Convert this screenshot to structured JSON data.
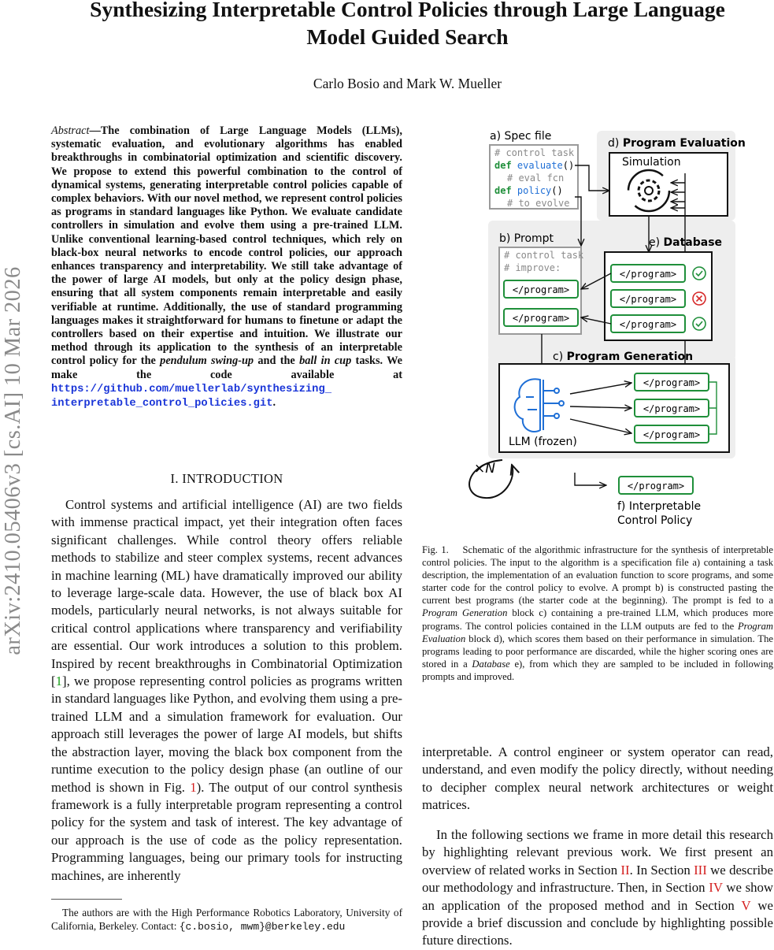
{
  "paper": {
    "title_line1": "Synthesizing Interpretable Control Policies through Large Language",
    "title_line2": "Model Guided Search",
    "authors": "Carlo Bosio and Mark W. Mueller",
    "arxiv_stamp": "arXiv:2410.05406v3  [cs.AI]  10 Mar 2026"
  },
  "abstract": {
    "label": "Abstract",
    "dash": "—",
    "t1": "The combination of Large Language Models (LLMs), systematic evaluation, and evolutionary algorithms has enabled breakthroughs in combinatorial optimization and scientific discovery. We propose to extend this powerful combination to the control of dynamical systems, generating interpretable control policies capable of complex behaviors. With our novel method, we represent control policies as programs in standard languages like Python. We evaluate candidate controllers in simulation and evolve them using a pre-trained LLM. Unlike conventional learning-based control techniques, which rely on black-box neural networks to encode control policies, our approach enhances transparency and interpretability. We still take advantage of the power of large AI models, but only at the policy design phase, ensuring that all system components remain interpretable and easily verifiable at runtime. Additionally, the use of standard programming languages makes it straightforward for humans to finetune or adapt the controllers based on their expertise and intuition. We illustrate our method through its application to the synthesis of an interpretable control policy for the ",
    "task1": "pendulum swing-up",
    "t2": " and the ",
    "task2": "ball in cup",
    "t3": " tasks. We make the code available at ",
    "link1": "https://github.com/muellerlab/synthesizing_",
    "link2": "interpretable_control_policies.git",
    "t4": "."
  },
  "section1": {
    "heading": "I.  INTRODUCTION",
    "p1a": "Control systems and artificial intelligence (AI) are two fields with immense practical impact, yet their integration often faces significant challenges. While control theory offers reliable methods to stabilize and steer complex systems, recent advances in machine learning (ML) have dramatically improved our ability to leverage large-scale data. However, the use of black box AI models, particularly neural networks, is not always suitable for critical control applications where transparency and verifiability are essential. Our work introduces a solution to this problem. Inspired by recent breakthroughs in Combinatorial Optimization [",
    "ref1": "1",
    "p1b": "], we propose representing control policies as programs written in standard languages like Python, and evolving them using a pre-trained LLM and a simulation framework for evaluation. Our approach still leverages the power of large AI models, but shifts the abstraction layer, moving the black box component from the runtime execution to the policy design phase (an outline of our method is shown in Fig. ",
    "ref_fig1": "1",
    "p1c": "). The output of our control synthesis framework is a fully interpretable program representing a control policy for the system and task of interest. The key advantage of our approach is the use of code as the policy representation. Programming languages, being our primary tools for instructing machines, are inherently",
    "p1d": "interpretable. A control engineer or system operator can read, understand, and even modify the policy directly, without needing to decipher complex neural network architectures or weight matrices.",
    "p2a": "In the following sections we frame in more detail this research by highlighting relevant previous work. We first present an overview of related works in Section ",
    "refII": "II",
    "p2b": ". In Section ",
    "refIII": "III",
    "p2c": " we describe our methodology and infrastructure. Then, in Section ",
    "refIV": "IV",
    "p2d": " we show an application of the proposed method and in Section ",
    "refV": "V",
    "p2e": " we provide a brief discussion and conclude by highlighting possible future directions."
  },
  "footnote": {
    "text": "The authors are with the High Performance Robotics Laboratory, University of California, Berkeley. Contact: ",
    "email": "{c.bosio, mwm}@berkeley.edu"
  },
  "figure": {
    "label_a": "a) Spec file",
    "code": [
      "# control task",
      "def evaluate()",
      "# eval fcn",
      "def policy()",
      "# to evolve"
    ],
    "code_def": "def",
    "code_evaluate": "evaluate",
    "code_policy": "policy",
    "code_paren": "()",
    "label_b": "b) Prompt",
    "prompt_text": [
      "# control task",
      "# improve:"
    ],
    "program_tag": "</program>",
    "label_d_pre": "d) ",
    "label_d": "Program Evaluation",
    "simulation": "Simulation",
    "label_e_pre": "e) ",
    "label_e": "Database",
    "label_c_pre": "c) ",
    "label_c": "Program Generation",
    "llm": "LLM (frozen)",
    "times_n": "×N",
    "label_f_line1": "f) Interpretable",
    "label_f_line2": "Control Policy",
    "colors": {
      "green": "#1f8f3a",
      "red": "#d62828",
      "gray": "#9a9a9a",
      "panel": "#eeeeee",
      "blue": "#1f6fd6"
    }
  },
  "caption": {
    "label": "Fig. 1.",
    "c1": "Schematic of the algorithmic infrastructure for the synthesis of interpretable control policies. The input to the algorithm is a specification file a) containing a task description, the implementation of an evaluation function to score programs, and some starter code for the control policy to evolve. A prompt b) is constructed pasting the current best programs (the starter code at the beginning). The prompt is fed to a ",
    "it1": "Program Generation",
    "c2": " block c) containing a pre-trained LLM, which produces more programs. The control policies contained in the LLM outputs are fed to the ",
    "it2": "Program Evaluation",
    "c3": " block d), which scores them based on their performance in simulation. The programs leading to poor performance are discarded, while the higher scoring ones are stored in a ",
    "it3": "Database",
    "c4": " e), from which they are sampled to be included in following prompts and improved."
  }
}
